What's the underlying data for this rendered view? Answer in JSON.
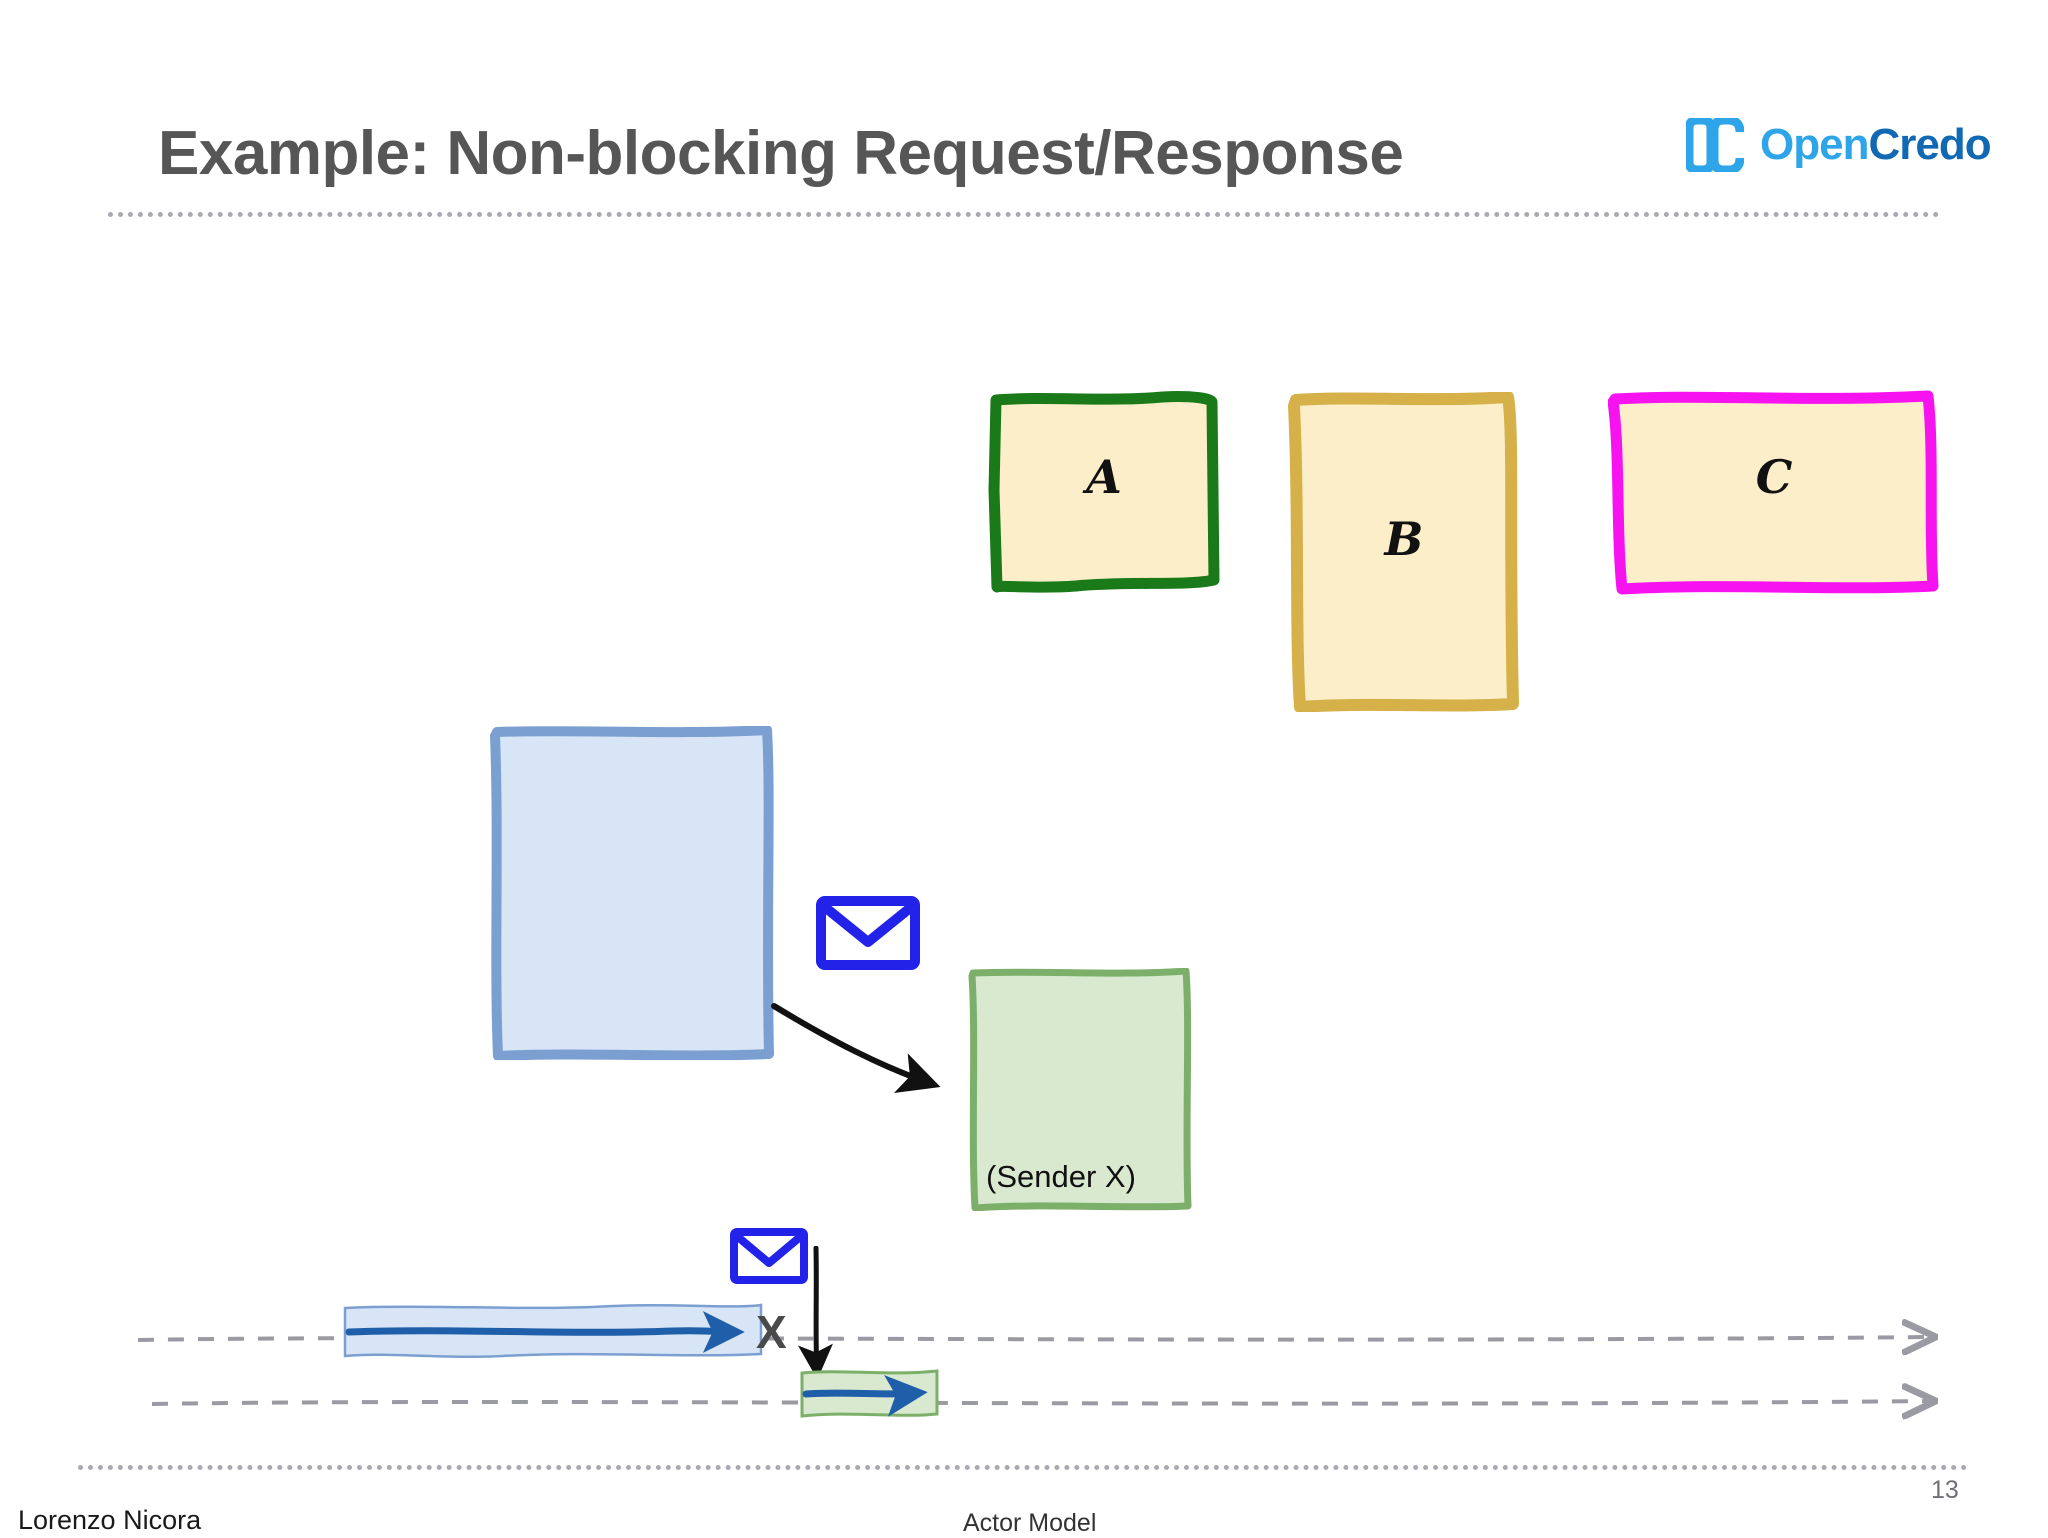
{
  "slide": {
    "title": "Example: Non-blocking Request/Response",
    "title_color": "#565656",
    "background": "#ffffff"
  },
  "brand": {
    "mark_icon": "oc-monogram-icon",
    "word_open": "Open",
    "word_credo": "Credo",
    "color_light": "#2da5e8",
    "color_dark": "#1168b3"
  },
  "diagram": {
    "actors": [
      {
        "label": "A",
        "border_color": "#1a7a1a",
        "fill_color": "#fbeec8"
      },
      {
        "label": "B",
        "border_color": "#d6b048",
        "fill_color": "#fbeec8"
      },
      {
        "label": "C",
        "border_color": "#f712f0",
        "fill_color": "#fbeec8"
      }
    ],
    "request_box": {
      "label": "",
      "border_color": "#7b9fd0",
      "fill_color": "#d7e5f7"
    },
    "sender_box": {
      "label": "(Sender X)",
      "border_color": "#7cb06a",
      "fill_color": "#d8e9cf"
    },
    "envelope_top": {
      "icon": "envelope-icon",
      "color": "#2222e8"
    },
    "envelope_bottom": {
      "icon": "envelope-icon",
      "color": "#2222e8"
    },
    "arrow_diagonal": {
      "icon": "arrow-down-right-icon",
      "color": "#111111"
    },
    "arrow_vertical": {
      "icon": "arrow-down-icon",
      "color": "#111111"
    },
    "x_mark": {
      "label": "X",
      "color": "#4a4a4a"
    }
  },
  "timeline": {
    "lane_top": {
      "line_color": "#9a9aa2",
      "bar_fill": "#d7e5f7",
      "bar_border": "#7b9fd0",
      "arrow_color": "#1f5fa9"
    },
    "lane_bottom": {
      "line_color": "#9a9aa2",
      "bar_fill": "#d8e9cf",
      "bar_border": "#7cb06a",
      "arrow_color": "#1f5fa9"
    }
  },
  "footer": {
    "author": "Lorenzo Nicora",
    "deck": "Actor Model",
    "page": "13"
  }
}
